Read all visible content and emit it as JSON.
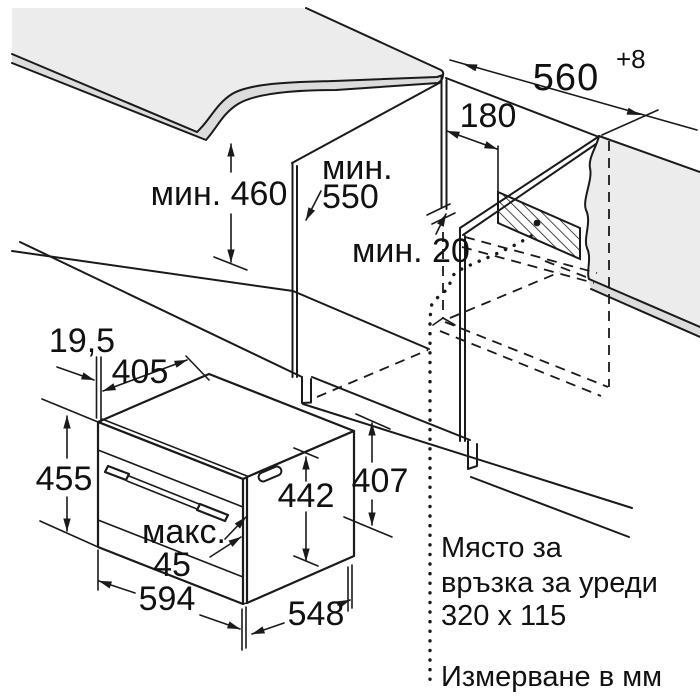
{
  "drawing": {
    "title_note": "Измерване в мм",
    "dimensions": {
      "niche_width": "560",
      "niche_width_tolerance": "+8",
      "connection_offset": "180",
      "min_depth_prefix": "мин.",
      "min_depth_value": "550",
      "min_niche_height": "мин. 460",
      "min_gap": "мин. 20",
      "fascia_overhang": "19,5",
      "top_depth": "405",
      "oven_height": "455",
      "body_height": "442",
      "lower_clearance": "407",
      "door_max_prefix": "макс.",
      "door_max_value": "45",
      "oven_width": "594",
      "body_depth": "548"
    },
    "connection_note": {
      "line1": "Място за",
      "line2": "връзка за уреди",
      "line3": "320 x 115"
    },
    "colors": {
      "line": "#1a1a1a",
      "surface": "#ececec",
      "edge_band": "#dcdcdc",
      "background": "#ffffff"
    }
  }
}
